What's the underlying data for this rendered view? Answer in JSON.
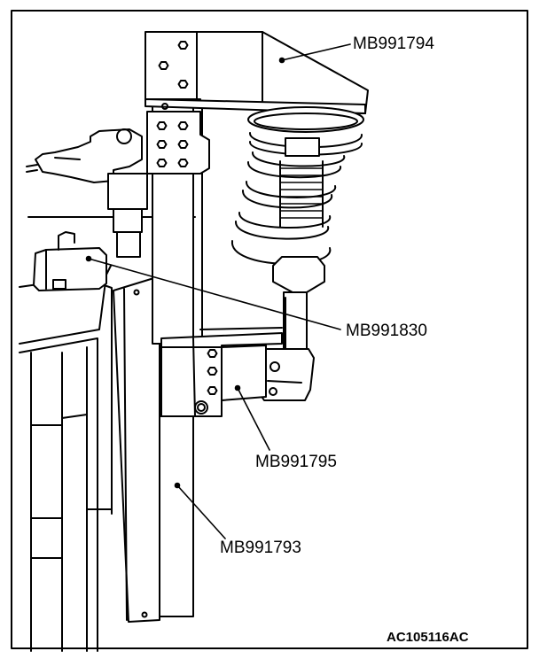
{
  "callouts": {
    "spring_compressor_top": "MB991794",
    "wrench_adapter": "MB991830",
    "strut_bracket": "MB991795",
    "stand_base": "MB991793"
  },
  "figure_id": "AC105116AC",
  "colors": {
    "line": "#000000",
    "background": "#ffffff"
  }
}
